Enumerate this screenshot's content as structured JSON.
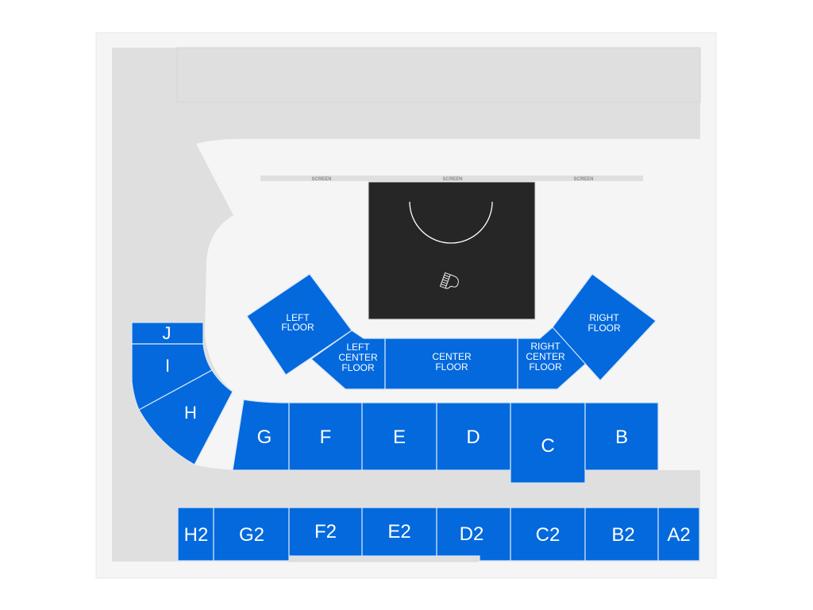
{
  "venue_map": {
    "colors": {
      "outer_frame": "#f5f5f5",
      "venue_area": "#dfdfdf",
      "floor_area": "#f5f5f5",
      "stage": "#262626",
      "section_available": "#0369dd",
      "section_label": "#ffffff",
      "screen_bar": "#dfdfdf",
      "screen_text": "#8a8a8a"
    },
    "screens": [
      {
        "label": "SCREEN"
      },
      {
        "label": "SCREEN"
      },
      {
        "label": "SCREEN"
      }
    ],
    "stage": {
      "icons": [
        "stage-arc-icon",
        "grand-piano-icon"
      ]
    },
    "floor_sections": {
      "left_floor": {
        "line1": "LEFT",
        "line2": "FLOOR"
      },
      "left_center_floor": {
        "line1": "LEFT",
        "line2": "CENTER",
        "line3": "FLOOR"
      },
      "center_floor": {
        "line1": "CENTER",
        "line2": "FLOOR"
      },
      "right_center_floor": {
        "line1": "RIGHT",
        "line2": "CENTER",
        "line3": "FLOOR"
      },
      "right_floor": {
        "line1": "RIGHT",
        "line2": "FLOOR"
      }
    },
    "side_sections": {
      "J": "J",
      "I": "I",
      "H": "H"
    },
    "lower_sections": {
      "G": "G",
      "F": "F",
      "E": "E",
      "D": "D",
      "C": "C",
      "B": "B"
    },
    "rear_sections": {
      "H2": "H2",
      "G2": "G2",
      "F2": "F2",
      "E2": "E2",
      "D2": "D2",
      "C2": "C2",
      "B2": "B2",
      "A2": "A2"
    }
  }
}
